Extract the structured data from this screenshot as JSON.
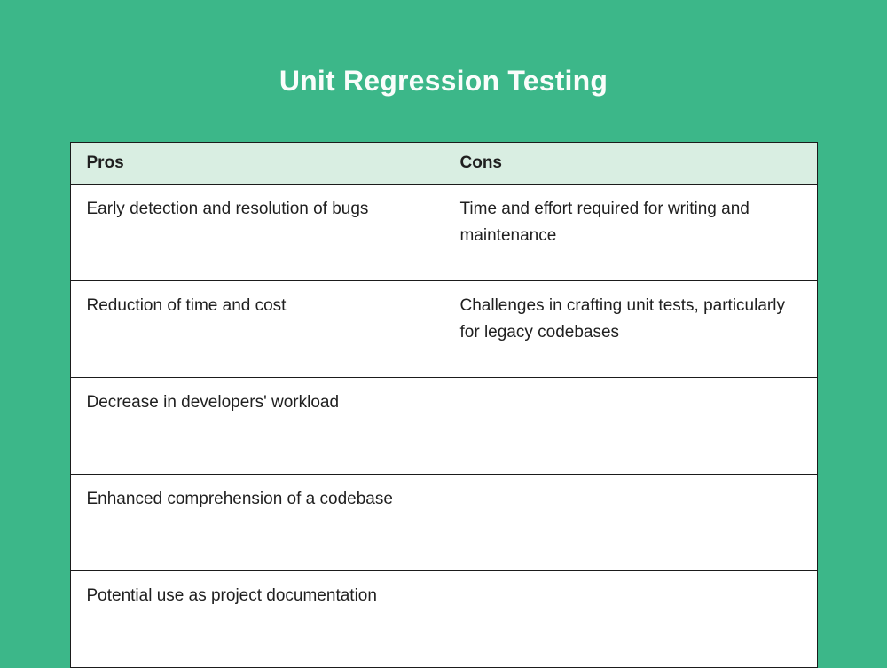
{
  "title": "Unit Regression Testing",
  "colors": {
    "page_background": "#3cb789",
    "title_text": "#fafdfb",
    "table_header_background": "#d9eee2",
    "table_border": "#1b1b1b",
    "cell_background": "#ffffff",
    "cell_text": "#1f1f1f"
  },
  "table": {
    "headers": [
      "Pros",
      "Cons"
    ],
    "rows": [
      {
        "pros": "Early detection and resolution of bugs",
        "cons": "Time and effort required for writing and maintenance"
      },
      {
        "pros": "Reduction of time and cost",
        "cons": "Challenges in crafting unit tests, particularly for legacy codebases"
      },
      {
        "pros": "Decrease in developers' workload",
        "cons": ""
      },
      {
        "pros": "Enhanced comprehension of a codebase",
        "cons": ""
      },
      {
        "pros": "Potential use as project documentation",
        "cons": ""
      }
    ]
  }
}
